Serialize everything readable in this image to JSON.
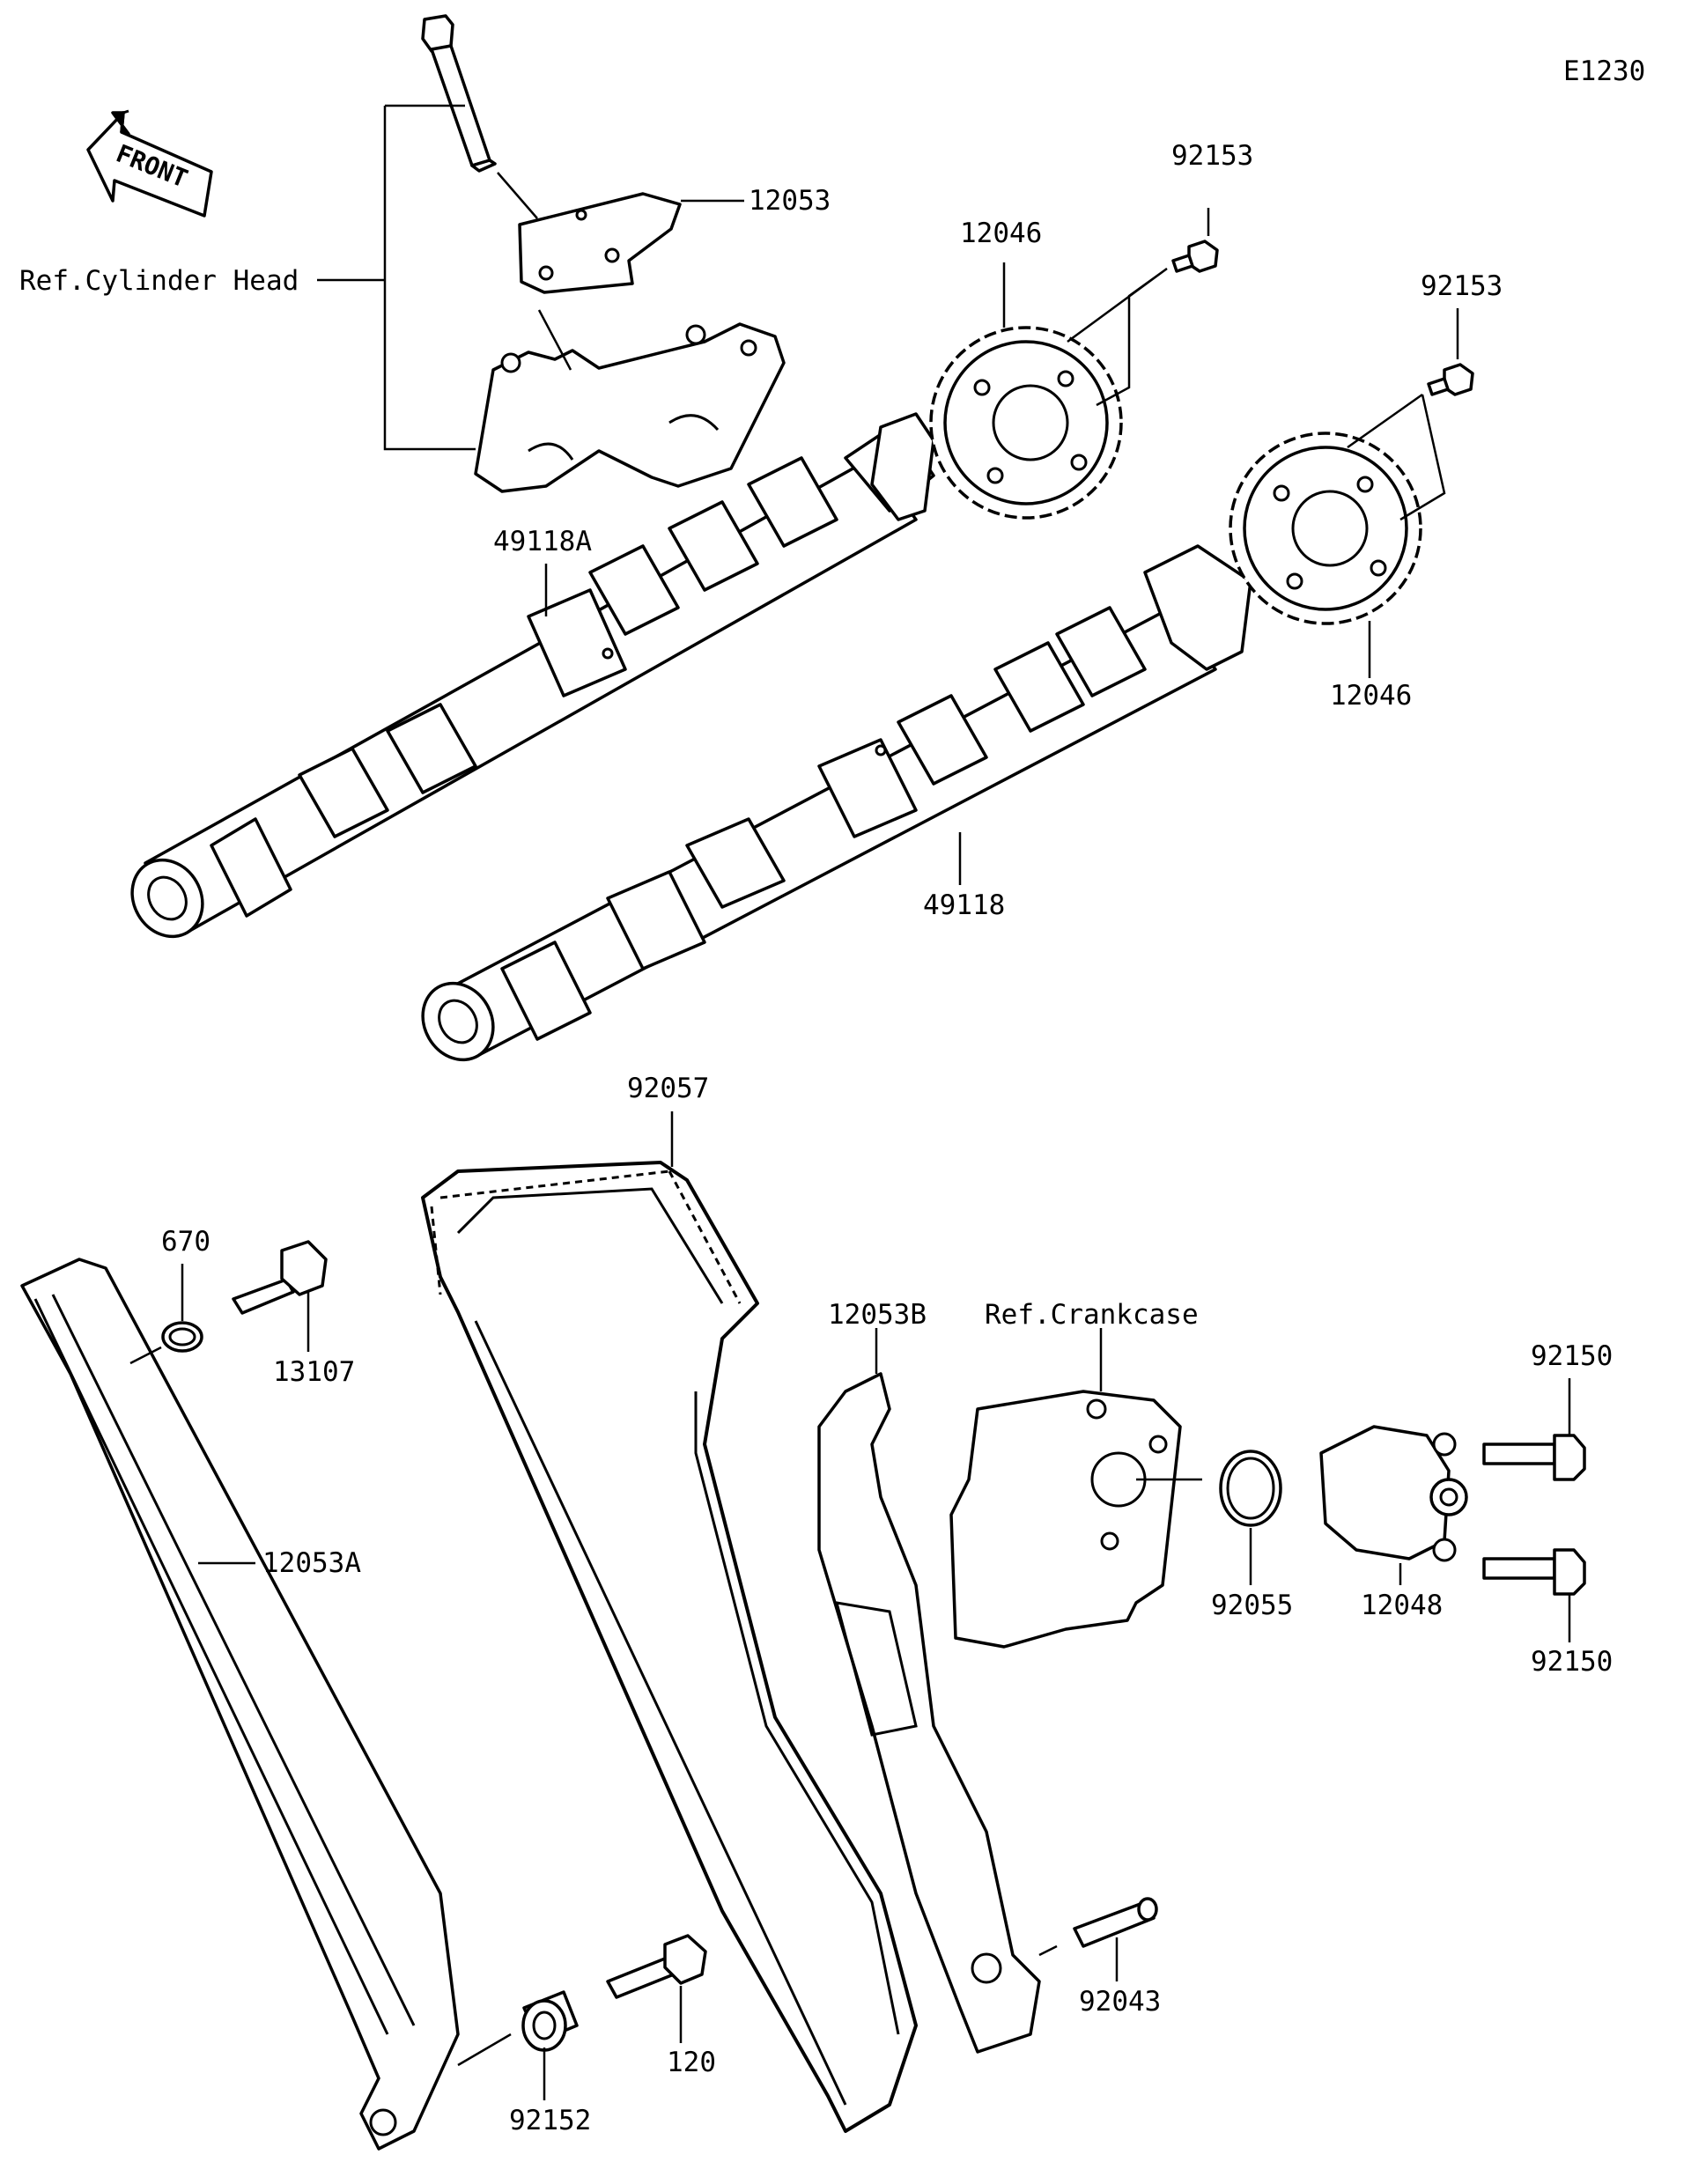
{
  "diagram_code": "E1230",
  "front_arrow": {
    "text": "FRONT",
    "icon": "front-arrow-icon"
  },
  "references": {
    "cylinder_head": "Ref.Cylinder Head",
    "crankcase": "Ref.Crankcase"
  },
  "callouts": {
    "p12053": "12053",
    "p92153_a": "92153",
    "p92153_b": "92153",
    "p12046_a": "12046",
    "p12046_b": "12046",
    "p49118A": "49118A",
    "p49118": "49118",
    "p92057": "92057",
    "p670": "670",
    "p13107": "13107",
    "p12053A": "12053A",
    "p12053B": "12053B",
    "p92150_a": "92150",
    "p92150_b": "92150",
    "p92055": "92055",
    "p12048": "12048",
    "p92043": "92043",
    "p120": "120",
    "p92152": "92152"
  }
}
